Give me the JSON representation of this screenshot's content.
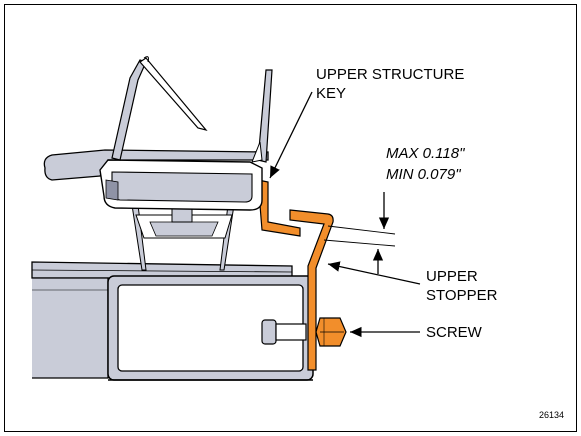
{
  "labels": {
    "upper_structure_key_line1": "UPPER STRUCTURE",
    "upper_structure_key_line2": "KEY",
    "max_dim": "MAX 0.118\"",
    "min_dim": "MIN 0.079\"",
    "upper_stopper_line1": "UPPER",
    "upper_stopper_line2": "STOPPER",
    "screw": "SCREW"
  },
  "figure_number": "26134",
  "colors": {
    "outline": "#000000",
    "metal": "#c9ccd8",
    "metal_dark": "#8f93a6",
    "highlight": "#f28e2b"
  }
}
